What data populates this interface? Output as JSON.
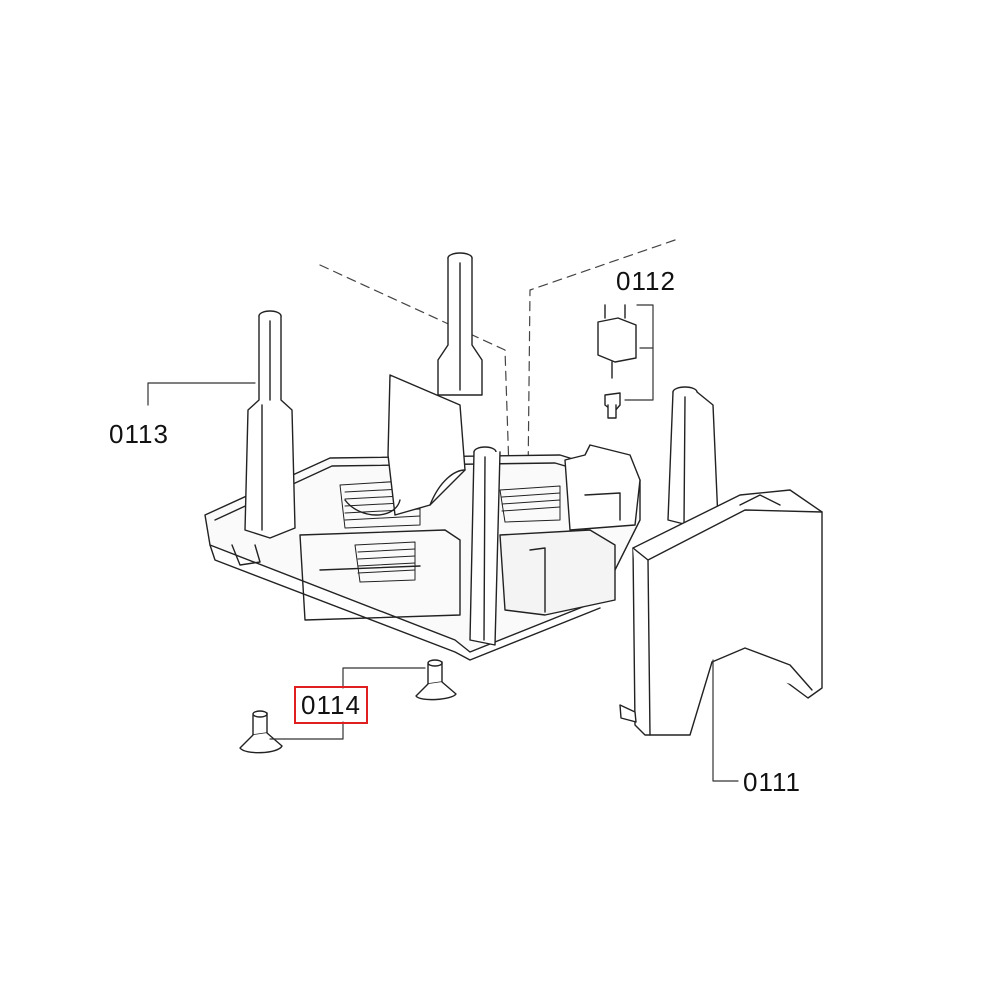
{
  "callouts": {
    "c0111": "0111",
    "c0112": "0112",
    "c0113": "0113",
    "c0114": "0114"
  },
  "highlight": {
    "part": "0114",
    "color": "#e02020"
  }
}
